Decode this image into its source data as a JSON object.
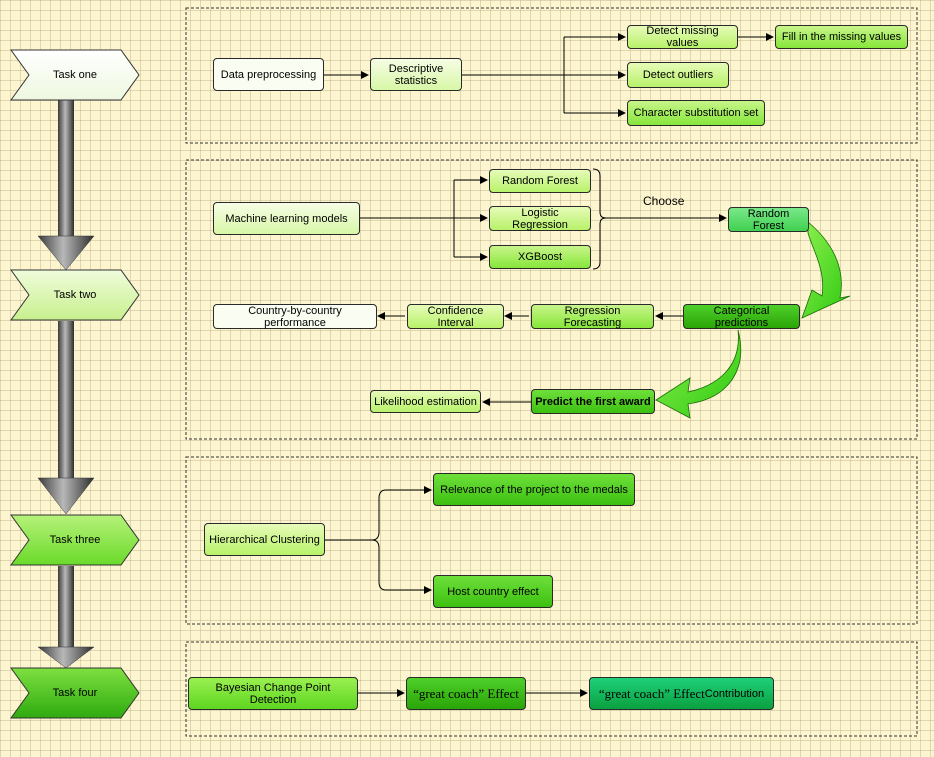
{
  "tasks": [
    {
      "label": "Task one"
    },
    {
      "label": "Task two"
    },
    {
      "label": "Task three"
    },
    {
      "label": "Task four"
    }
  ],
  "section1": {
    "data_preprocessing": "Data preprocessing",
    "descriptive_statistics": "Descriptive statistics",
    "detect_missing_values": "Detect missing values",
    "fill_missing_values": "Fill in the missing values",
    "detect_outliers": "Detect outliers",
    "character_substitution": "Character substitution set"
  },
  "section2": {
    "ml_models": "Machine learning models",
    "random_forest": "Random Forest",
    "logistic_regression": "Logistic Regression",
    "xgboost": "XGBoost",
    "choose": "Choose",
    "random_forest_chosen": "Random Forest",
    "categorical_predictions": "Categorical predictions",
    "regression_forecasting": "Regression Forecasting",
    "confidence_interval": "Confidence Interval",
    "country_performance": "Country-by-country performance",
    "predict_first_award": "Predict the first award",
    "likelihood_estimation": "Likelihood estimation"
  },
  "section3": {
    "hierarchical_clustering": "Hierarchical Clustering",
    "relevance": "Relevance of the project to the medals",
    "host_effect": "Host country effect"
  },
  "section4": {
    "bayesian": "Bayesian Change Point Detection",
    "great_coach_effect": "“great coach” Effect",
    "great_coach_contribution_main": "“great coach” Effect",
    "great_coach_contribution_suffix": " Contribution"
  }
}
